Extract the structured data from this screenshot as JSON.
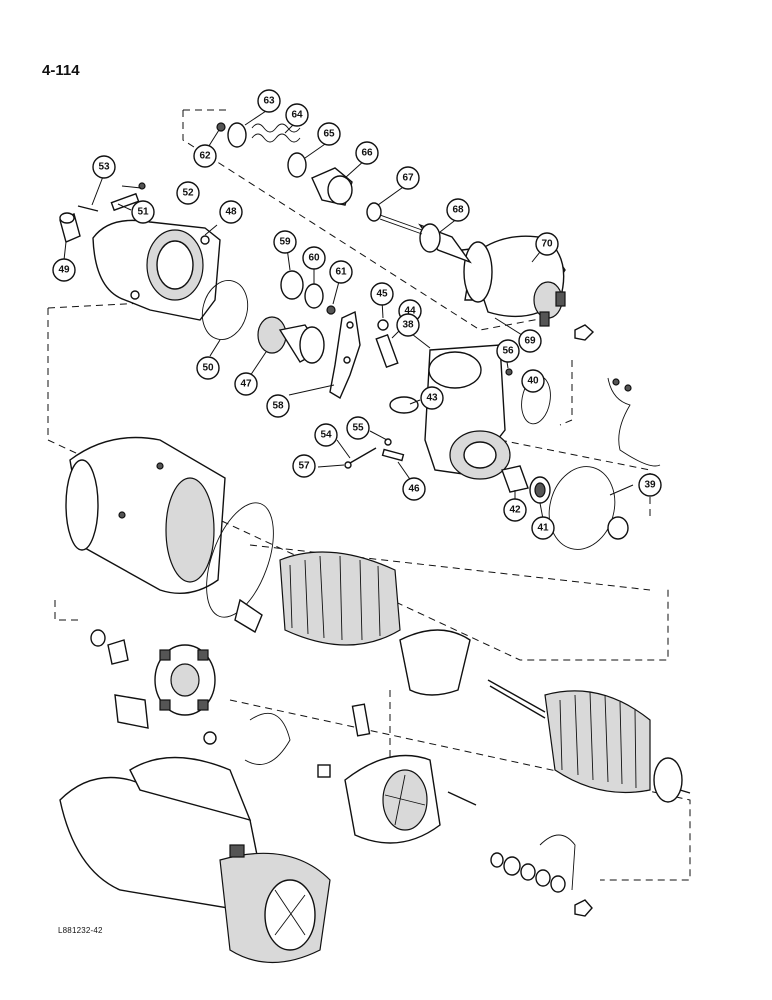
{
  "page": {
    "number": "4-114",
    "drawing_code": "L881232-42"
  },
  "callouts": {
    "c39": "39",
    "c40": "40",
    "c41": "41",
    "c42": "42",
    "c43": "43",
    "c44": "44",
    "c45": "45",
    "c46": "46",
    "c47": "47",
    "c48": "48",
    "c49": "49",
    "c50": "50",
    "c51": "51",
    "c52": "52",
    "c53": "53",
    "c54": "54",
    "c55": "55",
    "c56": "56",
    "c57": "57",
    "c58": "58",
    "c59": "59",
    "c60": "60",
    "c61": "61",
    "c62": "62",
    "c63": "63",
    "c64": "64",
    "c65": "65",
    "c66": "66",
    "c67": "67",
    "c68": "68",
    "c69": "69",
    "c70": "70",
    "c38": "38"
  }
}
